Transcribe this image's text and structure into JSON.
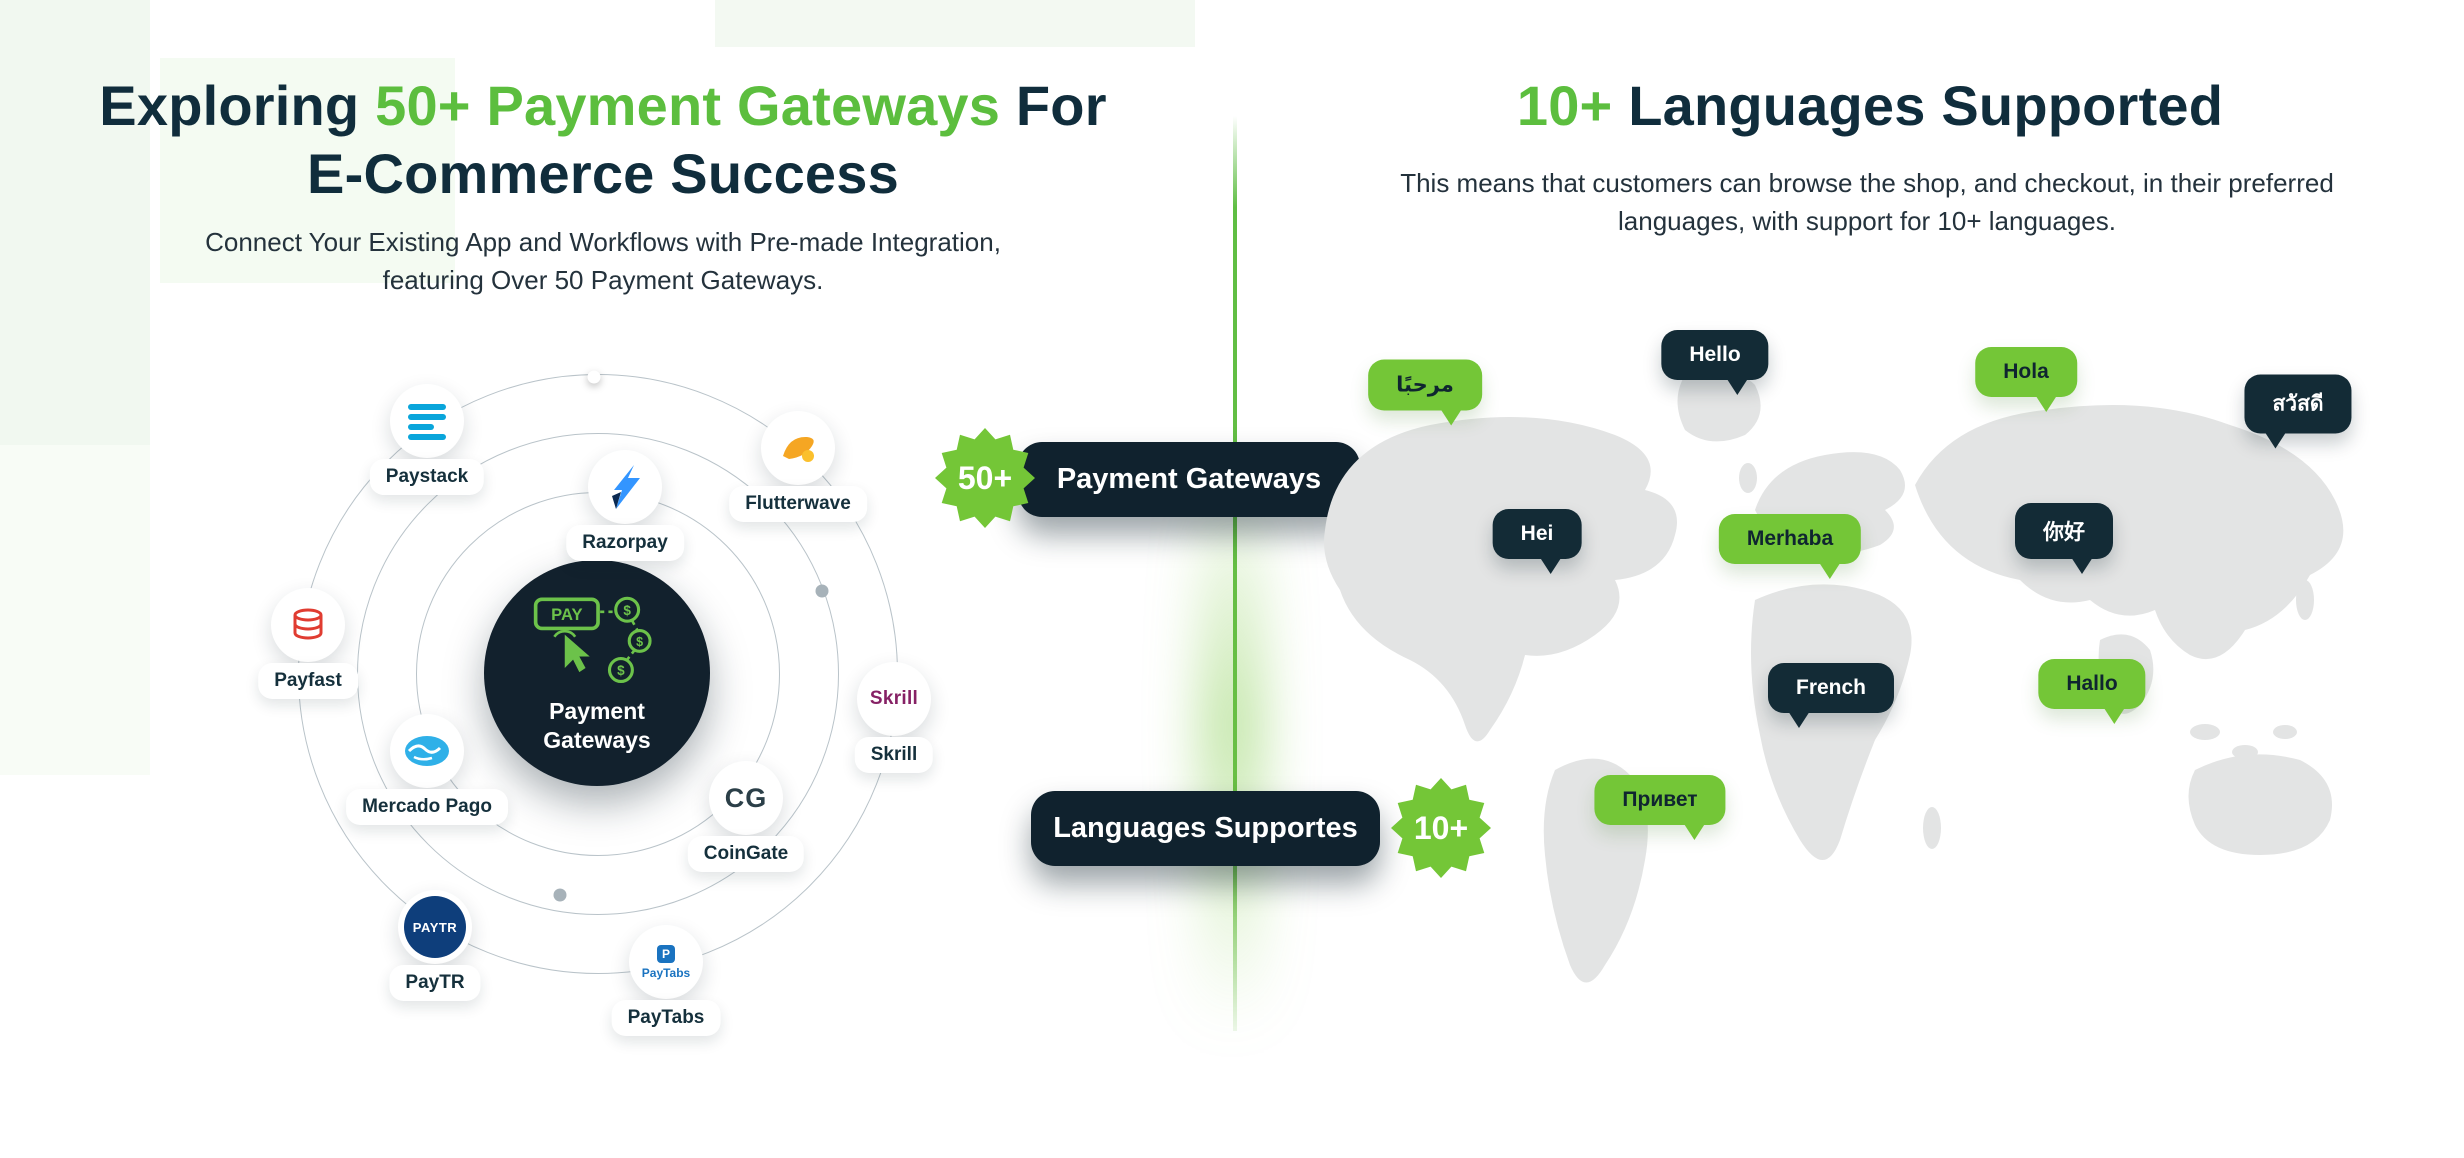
{
  "left": {
    "title_line1_pre": "Exploring ",
    "title_line1_highlight": "50+ Payment Gateways",
    "title_line1_post": " For",
    "title_line2": "E-Commerce Success",
    "subtitle_line1": "Connect Your Existing App and Workflows with Pre-made Integration,",
    "subtitle_line2": "featuring Over 50 Payment Gateways.",
    "center_label_line1": "Payment",
    "center_label_line2": "Gateways",
    "gateways": [
      {
        "name": "Paystack"
      },
      {
        "name": "Flutterwave"
      },
      {
        "name": "Razorpay"
      },
      {
        "name": "Payfast"
      },
      {
        "name": "Skrill"
      },
      {
        "name": "Mercado Pago"
      },
      {
        "name": "CoinGate"
      },
      {
        "name": "PayTR"
      },
      {
        "name": "PayTabs"
      }
    ]
  },
  "middle": {
    "payment_badge": {
      "count": "50+",
      "label": "Payment Gateways"
    },
    "language_badge": {
      "count": "10+",
      "label": "Languages Supportes"
    }
  },
  "right": {
    "title_highlight": "10+",
    "title_rest": " Languages Supported",
    "subtitle_line1": "This means that customers can browse the shop, and checkout, in their preferred",
    "subtitle_line2": "languages, with support for 10+ languages.",
    "bubbles": [
      {
        "text": "مرحبًا",
        "style": "green"
      },
      {
        "text": "Hello",
        "style": "dark"
      },
      {
        "text": "Hola",
        "style": "green"
      },
      {
        "text": "สวัสดี",
        "style": "dark"
      },
      {
        "text": "Hei",
        "style": "dark"
      },
      {
        "text": "Merhaba",
        "style": "green"
      },
      {
        "text": "你好",
        "style": "dark"
      },
      {
        "text": "French",
        "style": "dark"
      },
      {
        "text": "Hallo",
        "style": "green"
      },
      {
        "text": "Привет",
        "style": "green"
      }
    ]
  },
  "logo_texts": {
    "skrill": "Skrill",
    "coingate": "CG",
    "paytr": "PAYTR",
    "paytabs_p": "P",
    "paytabs_word": "PayTabs",
    "pay": "PAY",
    "dollar": "$"
  },
  "colors": {
    "green": "#6abf45",
    "dark_navy": "#12212d",
    "map_gray": "#e3e4e4"
  }
}
